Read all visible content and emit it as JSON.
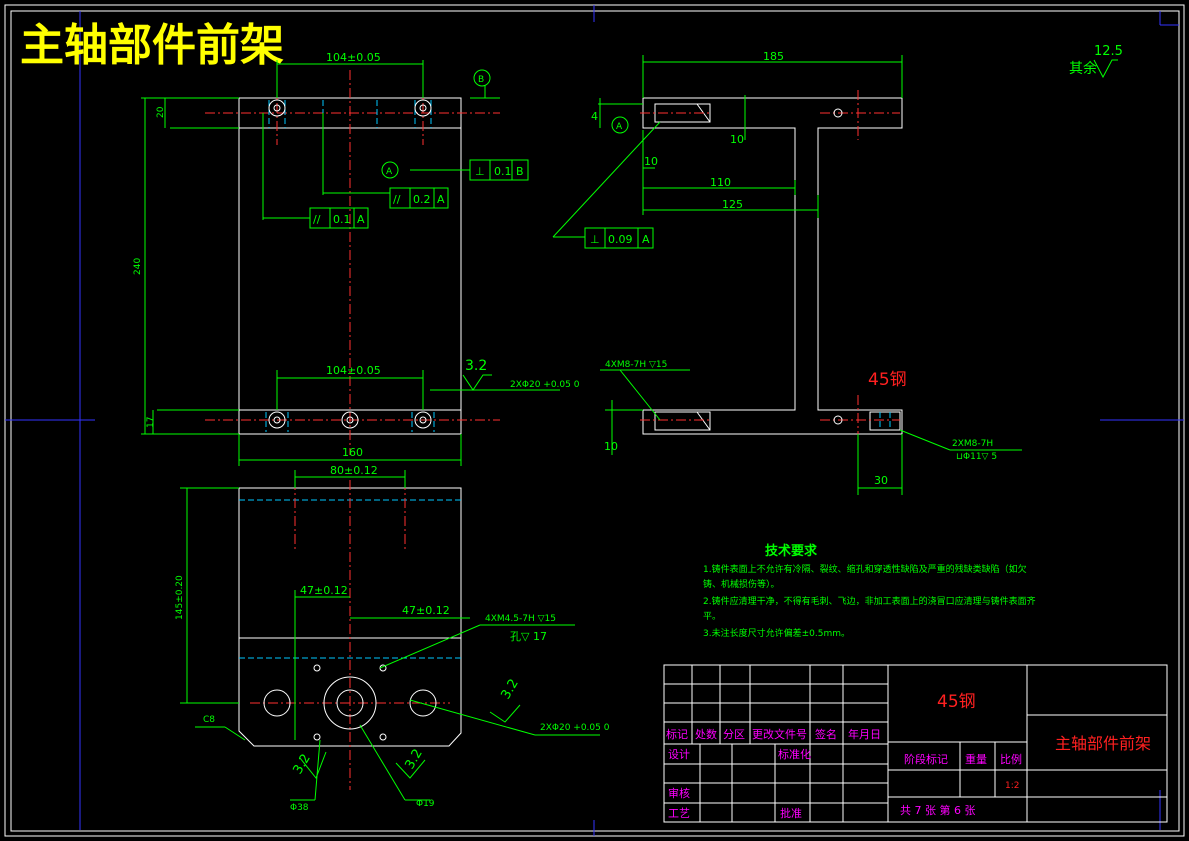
{
  "title": "主轴部件前架",
  "roughness": {
    "others_label": "其余",
    "others_value": "12.5",
    "face_value": "3.2"
  },
  "material_mark": "45钢",
  "views": {
    "front": {
      "width": "160",
      "height": "240",
      "top_h": "20",
      "bottom_h": "17",
      "top_span": "104±0.05",
      "bottom_span": "104±0.05",
      "top_holes": "2XΦ20 +0.05 0",
      "datum_b": "B",
      "tol_perp": {
        "sym": "⊥",
        "val": "0.1",
        "ref": "B"
      },
      "tol_par1": {
        "sym": "//",
        "val": "0.2",
        "ref": "A"
      },
      "tol_par2": {
        "sym": "//",
        "val": "0.1",
        "ref": "A"
      },
      "datum_a": "A"
    },
    "side": {
      "top_len": "185",
      "len110": "110",
      "len125": "125",
      "len10a": "10",
      "len10b": "10",
      "len4": "4",
      "len10c": "10",
      "len30": "30",
      "thread1": "4XM8-7H ▽15",
      "thread2": "2XM8-7H",
      "thread2b": "⊔Φ11▽ 5",
      "tol_perp": {
        "sym": "⊥",
        "val": "0.09",
        "ref": "A"
      },
      "datum_a": "A"
    },
    "top": {
      "span80": "80±0.12",
      "span47a": "47±0.12",
      "span47b": "47±0.12",
      "height145": "145±0.20",
      "chamfer": "C8",
      "thread": "4XM4.5-7H ▽15",
      "thread_b": "孔▽ 17",
      "holes": "2XΦ20 +0.05 0",
      "dia38": "Φ38",
      "dia19": "Φ19"
    }
  },
  "tech_req": {
    "heading": "技术要求",
    "lines": [
      "1.铸件表面上不允许有冷隔、裂纹、缩孔和穿透性缺陷及严重的残缺类缺陷（如欠",
      "铸、机械损伤等）。",
      "2.铸件应清理干净，不得有毛刺、飞边，非加工表面上的浇冒口应清理与铸件表面齐",
      "平。",
      "3.未注长度尺寸允许偏差±0.5mm。"
    ]
  },
  "title_block": {
    "material": "45钢",
    "part_name": "主轴部件前架",
    "row_labels": [
      "标记",
      "处数",
      "分区",
      "更改文件号",
      "签名",
      "年月日"
    ],
    "design": "设计",
    "standard": "标准化",
    "check": "审核",
    "process": "工艺",
    "approve": "批准",
    "stage": "阶段标记",
    "weight": "重量",
    "scale": "比例",
    "scale_value": "1:2",
    "sheets": "共 7 张 第 6 张"
  }
}
